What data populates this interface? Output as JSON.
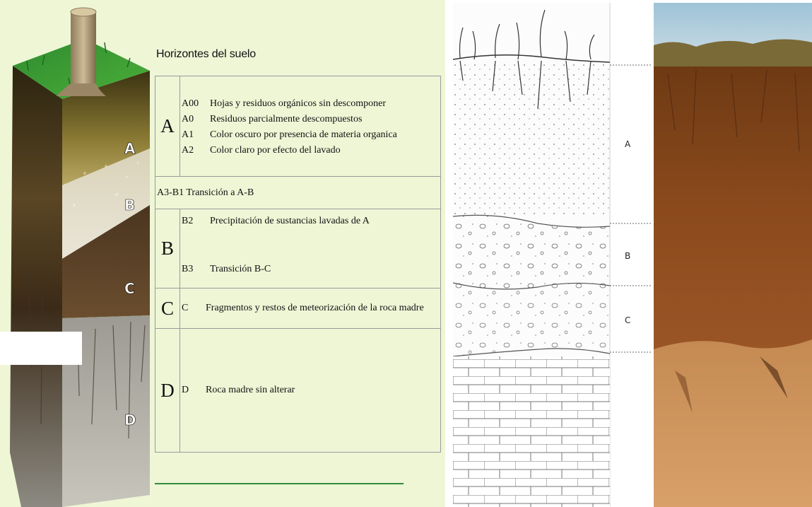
{
  "block_labels": [
    "A",
    "B",
    "C",
    "D"
  ],
  "table": {
    "title": "Horizontes del suelo",
    "groups": {
      "a": {
        "letter": "A",
        "rows": [
          {
            "code": "A00",
            "text": "Hojas y residuos orgánicos sin descomponer"
          },
          {
            "code": "A0",
            "text": "Residuos parcialmente descompuestos"
          },
          {
            "code": "A1",
            "text": "Color oscuro por presencia de materia organica"
          },
          {
            "code": "A2",
            "text": "Color claro por efecto del lavado"
          }
        ]
      },
      "transition": {
        "text": "A3-B1 Transición a A-B"
      },
      "b": {
        "letter": "B",
        "rows": [
          {
            "code": "B2",
            "text": "Precipitación de sustancias lavadas de A"
          },
          {
            "code": "B3",
            "text": "Transición B-C"
          }
        ]
      },
      "c": {
        "letter": "C",
        "code": "C",
        "text": "Fragmentos y restos de meteorización de la roca madre"
      },
      "d": {
        "letter": "D",
        "code": "D",
        "text": "Roca madre sin alterar"
      }
    }
  },
  "profile_labels": [
    "A",
    "B",
    "C"
  ]
}
